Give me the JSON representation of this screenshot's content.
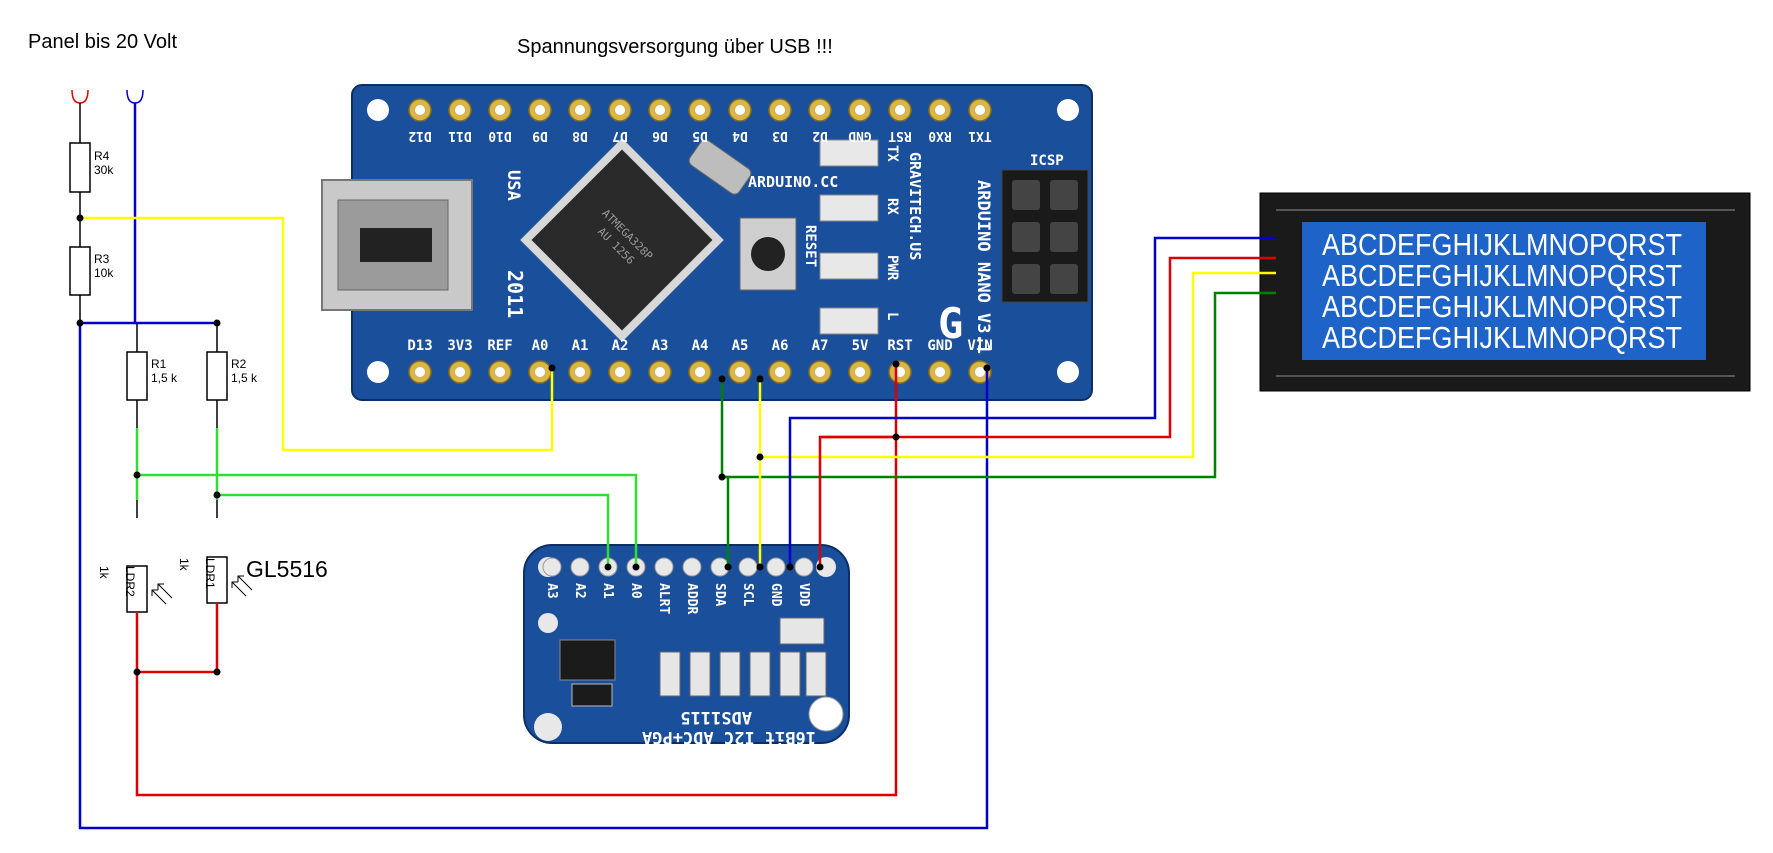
{
  "captions": {
    "panel": "Panel bis 20 Volt",
    "usb": "Spannungsversorgung über USB !!!",
    "ldr_type": "GL5516"
  },
  "resistors": {
    "r4": {
      "name": "R4",
      "value": "30k"
    },
    "r3": {
      "name": "R3",
      "value": "10k"
    },
    "r1": {
      "name": "R1",
      "value": "1,5 k"
    },
    "r2": {
      "name": "R2",
      "value": "1,5 k"
    },
    "ldr2": {
      "name": "LDR2",
      "value": "1k"
    },
    "ldr1": {
      "name": "LDR1",
      "value": "1k"
    }
  },
  "arduino": {
    "top_pins": [
      "D12",
      "D11",
      "D10",
      "D9",
      "D8",
      "D7",
      "D6",
      "D5",
      "D4",
      "D3",
      "D2",
      "GND",
      "RST",
      "RX0",
      "TX1"
    ],
    "bottom_pins": [
      "D13",
      "3V3",
      "REF",
      "A0",
      "A1",
      "A2",
      "A3",
      "A4",
      "A5",
      "A6",
      "A7",
      "5V",
      "RST",
      "GND",
      "VIN"
    ],
    "year": "2011",
    "usa": "USA",
    "brand": "ARDUINO.CC",
    "url": "GRAVITECH.US",
    "model": "ARDUINO NANO V3.1",
    "reset": "RESET",
    "leds": [
      "TX",
      "RX",
      "PWR",
      "L"
    ],
    "icsp": "ICSP",
    "chip_line1": "ATMEGA328P",
    "chip_line2": "AU 1256"
  },
  "adc": {
    "pins": [
      "A3",
      "A2",
      "A1",
      "A0",
      "ALRT",
      "ADDR",
      "SDA",
      "SCL",
      "GND",
      "VDD"
    ],
    "label1": "ADS1115",
    "label2": "16Bit I2C ADC+PGA"
  },
  "lcd": {
    "lines": [
      "ABCDEFGHIJKLMNOPQRST",
      "ABCDEFGHIJKLMNOPQRST",
      "ABCDEFGHIJKLMNOPQRST",
      "ABCDEFGHIJKLMNOPQRST"
    ]
  },
  "colors": {
    "wire_blue": "#0000cc",
    "wire_red": "#dd0000",
    "wire_yellow": "#ffff00",
    "wire_green": "#008000",
    "wire_lightgreen": "#33dd33",
    "board_blue": "#1a4f9c",
    "lcd_blue": "#1e63c8"
  }
}
